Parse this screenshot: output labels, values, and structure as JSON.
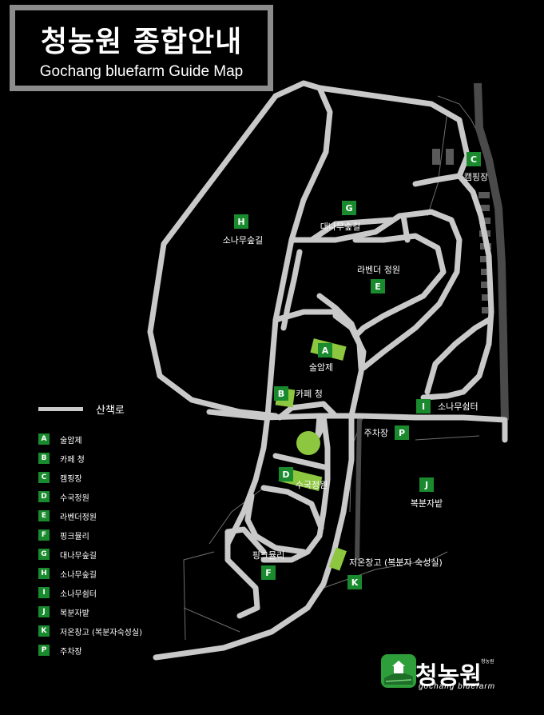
{
  "title": {
    "korean": "청농원 종합안내",
    "english": "Gochang bluefarm Guide Map"
  },
  "legend": {
    "walkway_label": "산책로",
    "items": [
      {
        "code": "A",
        "label": "술암제"
      },
      {
        "code": "B",
        "label": "카페 청"
      },
      {
        "code": "C",
        "label": "캠핑장"
      },
      {
        "code": "D",
        "label": "수국정원"
      },
      {
        "code": "E",
        "label": "라벤더정원"
      },
      {
        "code": "F",
        "label": "핑크뮬리"
      },
      {
        "code": "G",
        "label": "대나무숲길"
      },
      {
        "code": "H",
        "label": "소나무숲길"
      },
      {
        "code": "I",
        "label": "소나무쉼터"
      },
      {
        "code": "J",
        "label": "복분자밭"
      },
      {
        "code": "K",
        "label": "저온창고 (복분자숙성실)"
      },
      {
        "code": "P",
        "label": "주차장"
      }
    ]
  },
  "map": {
    "markers": [
      {
        "code": "A",
        "label": "술암제"
      },
      {
        "code": "B",
        "label": "카페 청"
      },
      {
        "code": "C",
        "label": "캠핑장"
      },
      {
        "code": "D",
        "label": "수국정원"
      },
      {
        "code": "E",
        "label": "라벤더 정원"
      },
      {
        "code": "F",
        "label": "핑크뮬리"
      },
      {
        "code": "G",
        "label": "대나무숲길"
      },
      {
        "code": "H",
        "label": "소나무숲길"
      },
      {
        "code": "I",
        "label": "소나무쉼터"
      },
      {
        "code": "J",
        "label": "복분자밭"
      },
      {
        "code": "K",
        "label": "저온창고 (복분자 숙성실)"
      },
      {
        "code": "P",
        "label": "주차장"
      }
    ]
  },
  "logo": {
    "name": "청농원",
    "small_mark": "청농원",
    "subtitle": "gochang bluefarm"
  },
  "colors": {
    "background": "#000000",
    "road": "#c9c9c9",
    "marker_green": "#1a8a2e",
    "garden_lime": "#8dc63f",
    "title_border": "#8c8c8c"
  }
}
